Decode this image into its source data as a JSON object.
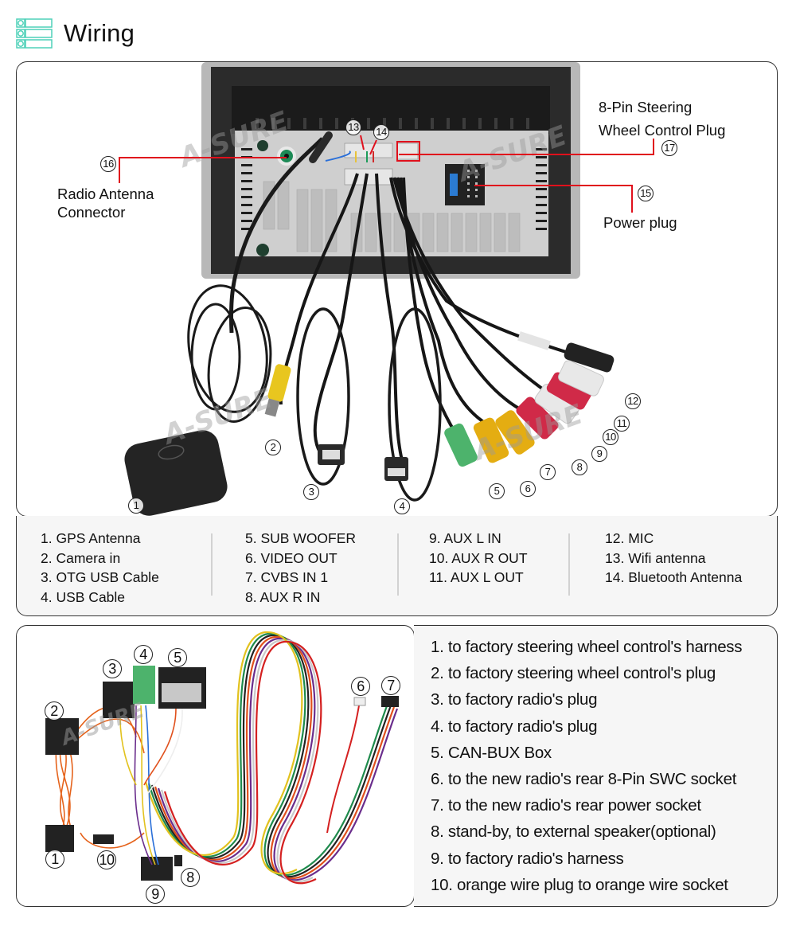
{
  "header": {
    "title": "Wiring",
    "icon": "list-icon",
    "accent_color": "#4fd1b8"
  },
  "head_unit_diagram": {
    "watermark": "A-SURE",
    "callouts": {
      "radio_antenna": {
        "number": "16",
        "label_line1": "Radio Antenna",
        "label_line2": "Connector"
      },
      "steering_plug": {
        "number": "17",
        "label_line1": "8-Pin Steering",
        "label_line2": "Wheel Control Plug"
      },
      "power_plug": {
        "number": "15",
        "label": "Power plug"
      },
      "wifi": {
        "number": "13"
      },
      "bluetooth": {
        "number": "14"
      }
    },
    "part_numbers": [
      "1",
      "2",
      "3",
      "4",
      "5",
      "6",
      "7",
      "8",
      "9",
      "10",
      "11",
      "12"
    ],
    "callout_line_color": "#e0101c"
  },
  "legend": {
    "columns": [
      [
        "1. GPS Antenna",
        "2. Camera in",
        "3. OTG USB Cable",
        "4. USB Cable"
      ],
      [
        "5. SUB WOOFER",
        "6. VIDEO OUT",
        "7. CVBS IN 1",
        "8. AUX R IN"
      ],
      [
        "9. AUX L IN",
        "10. AUX R OUT",
        "11. AUX L OUT"
      ],
      [
        "12. MIC",
        "13. Wifi antenna",
        "14. Bluetooth Antenna"
      ]
    ]
  },
  "harness_diagram": {
    "watermark": "A-SURE",
    "part_numbers": [
      "1",
      "2",
      "3",
      "4",
      "5",
      "6",
      "7",
      "8",
      "9",
      "10"
    ]
  },
  "harness_list": {
    "items": [
      "1. to factory steering wheel control's harness",
      "2. to factory steering wheel control's plug",
      "3. to factory radio's plug",
      "4. to factory radio's plug",
      "5. CAN-BUX Box",
      "6. to the new radio's rear 8-Pin SWC socket",
      "7. to the new radio's rear power socket",
      "8. stand-by, to external speaker(optional)",
      "9. to factory radio's harness",
      "10. orange wire plug to orange wire socket"
    ]
  }
}
